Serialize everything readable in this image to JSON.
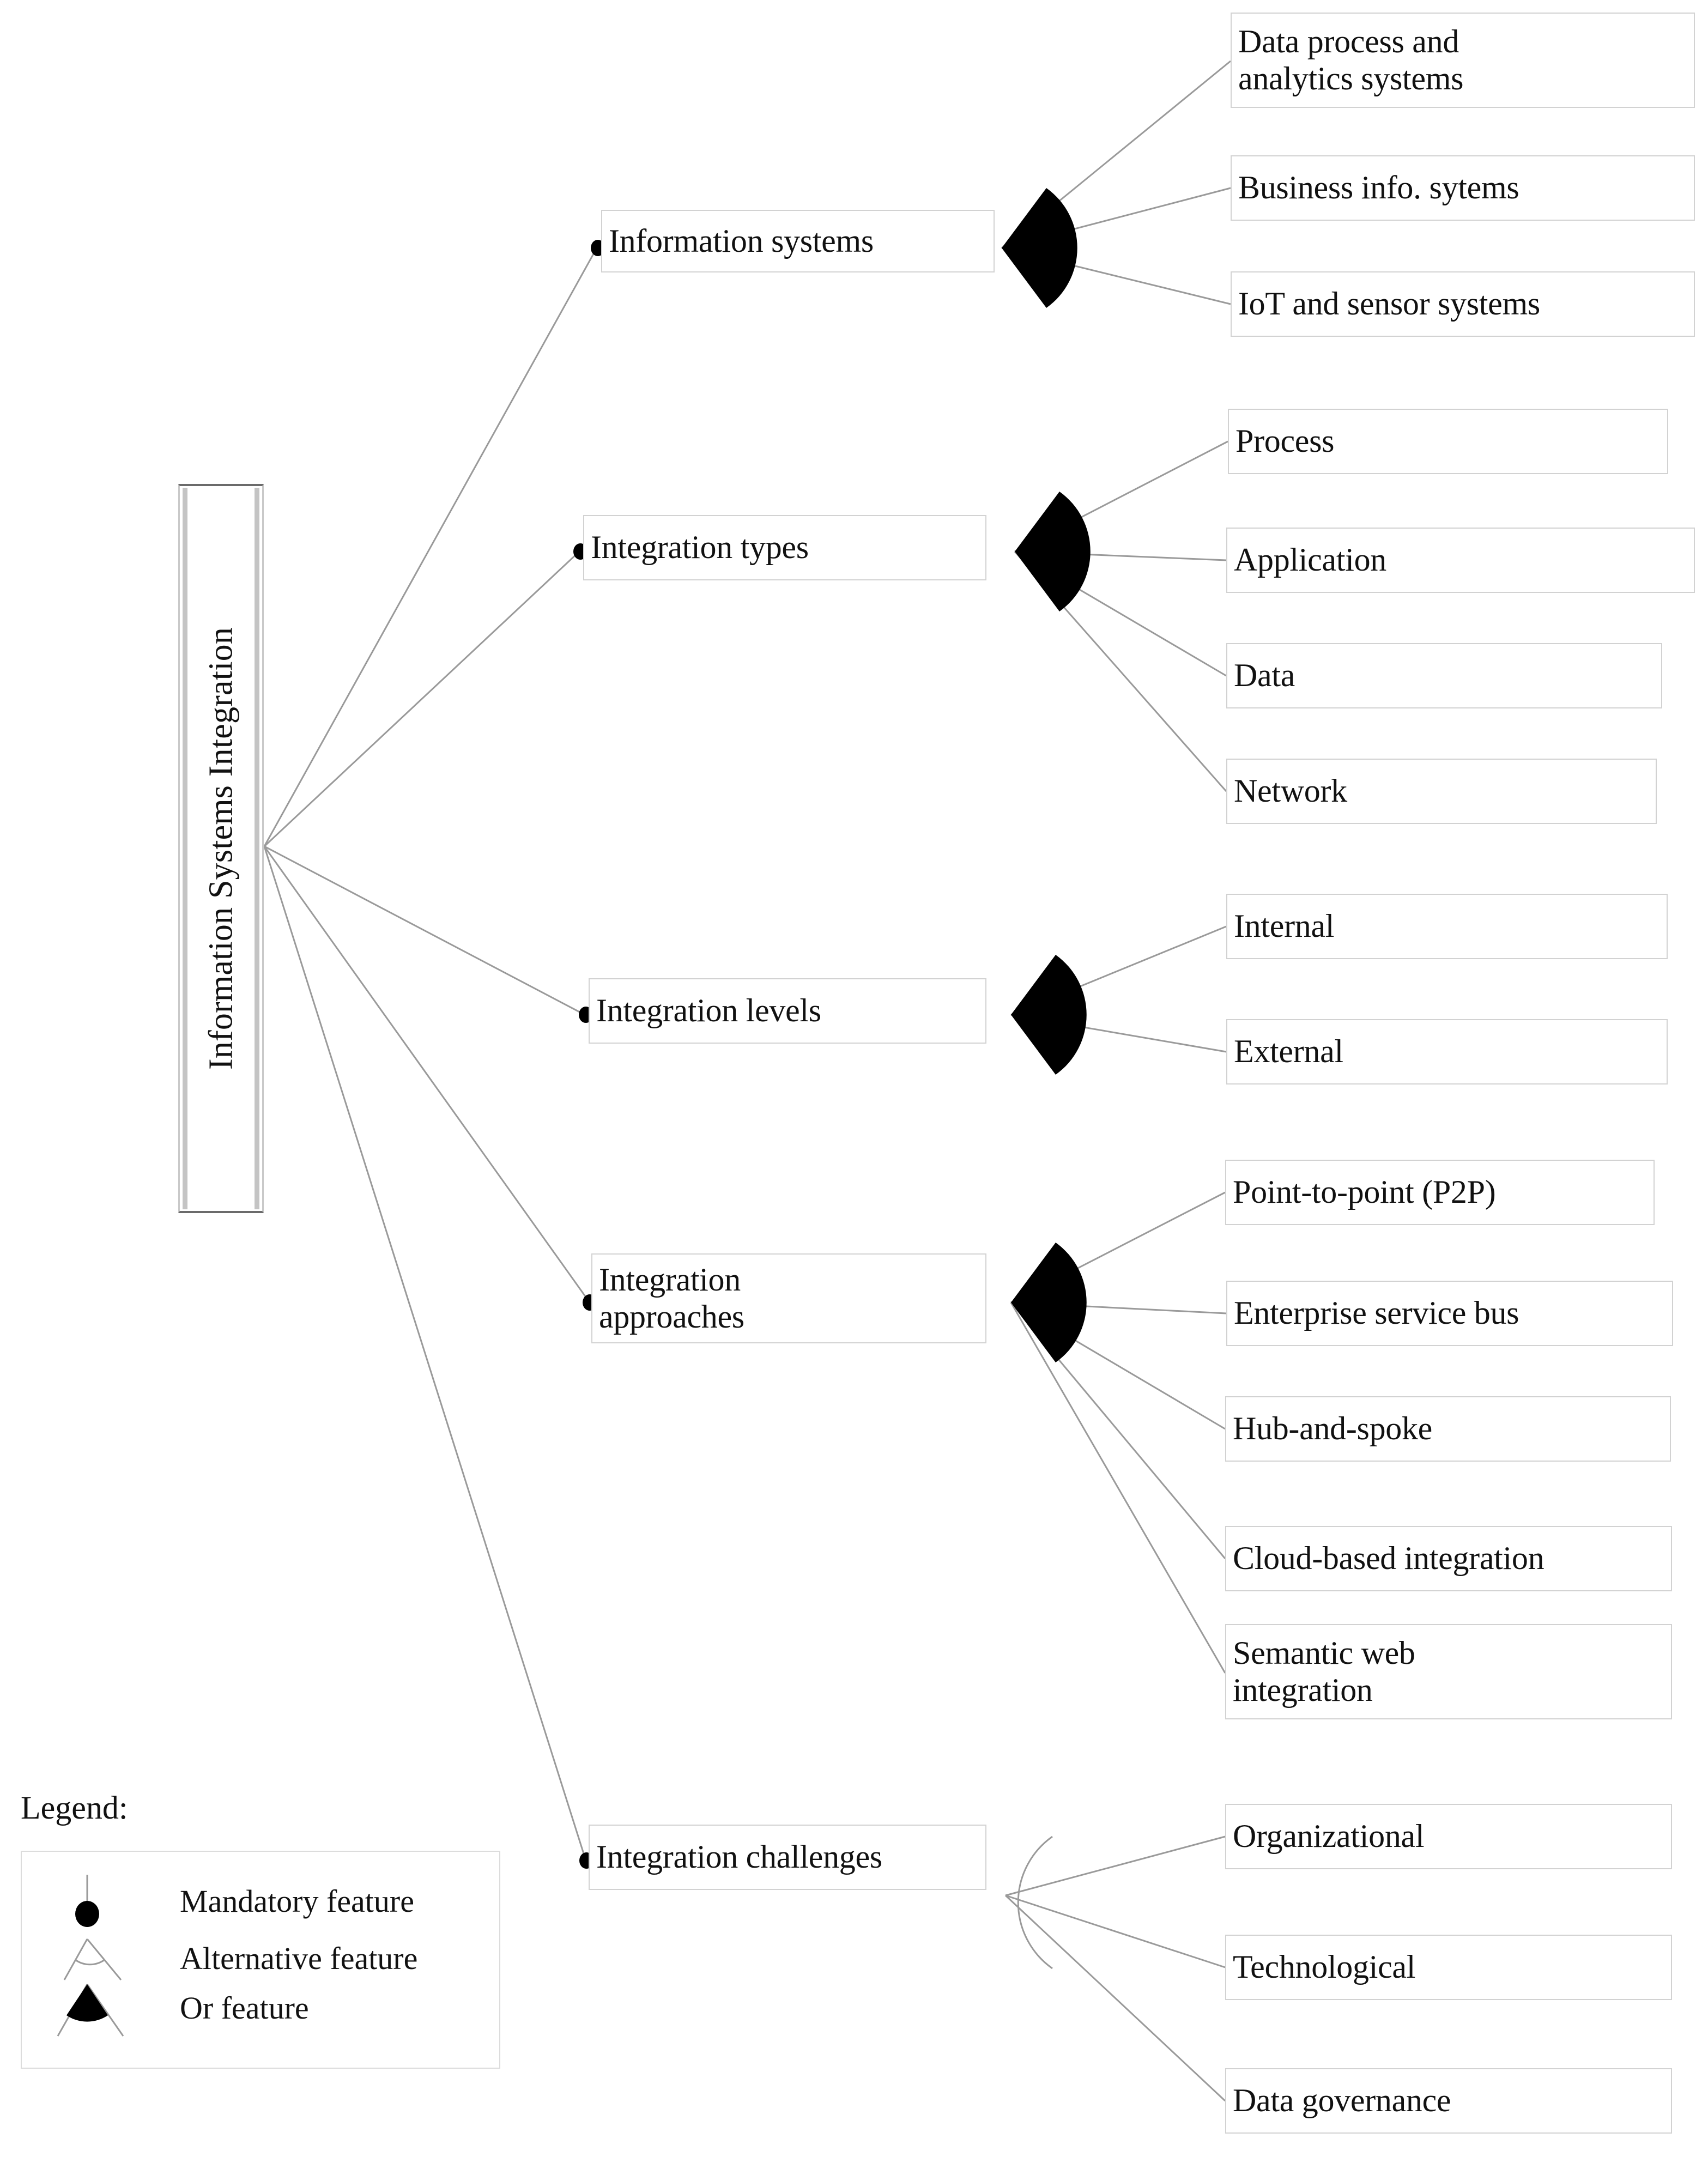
{
  "diagram": {
    "title": "Information Systems Integration",
    "type": "feature-model",
    "root": {
      "label": "Information Systems Integration"
    },
    "nodes": [
      {
        "id": "information-systems",
        "label": "Information systems",
        "relation": "mandatory",
        "group": "or",
        "children": [
          {
            "label": "Data process and\nanalytics systems"
          },
          {
            "label": "Business info. sytems"
          },
          {
            "label": "IoT and sensor systems"
          }
        ]
      },
      {
        "id": "integration-types",
        "label": "Integration types",
        "relation": "mandatory",
        "group": "or",
        "children": [
          {
            "label": "Process"
          },
          {
            "label": "Application"
          },
          {
            "label": "Data"
          },
          {
            "label": "Network"
          }
        ]
      },
      {
        "id": "integration-levels",
        "label": "Integration levels",
        "relation": "mandatory",
        "group": "or",
        "children": [
          {
            "label": "Internal"
          },
          {
            "label": "External"
          }
        ]
      },
      {
        "id": "integration-approaches",
        "label": "Integration\napproaches",
        "relation": "mandatory",
        "group": "or",
        "children": [
          {
            "label": "Point-to-point (P2P)"
          },
          {
            "label": "Enterprise service bus"
          },
          {
            "label": "Hub-and-spoke"
          },
          {
            "label": "Cloud-based integration"
          },
          {
            "label": "Semantic web\nintegration"
          }
        ]
      },
      {
        "id": "integration-challenges",
        "label": "Integration challenges",
        "relation": "mandatory",
        "group": "alternative",
        "children": [
          {
            "label": "Organizational"
          },
          {
            "label": "Technological"
          },
          {
            "label": "Data governance"
          }
        ]
      }
    ]
  },
  "legend": {
    "title": "Legend:",
    "items": [
      {
        "icon": "mandatory-dot-icon",
        "label": "Mandatory feature"
      },
      {
        "icon": "alternative-arc-icon",
        "label": "Alternative feature"
      },
      {
        "icon": "or-filled-arc-icon",
        "label": "Or feature"
      }
    ]
  },
  "colors": {
    "line": "#9a9a9a",
    "box_border": "#d2d2d2",
    "root_border": "#6b6b6b",
    "fill": "#000000",
    "background": "#ffffff",
    "text": "#111111"
  }
}
